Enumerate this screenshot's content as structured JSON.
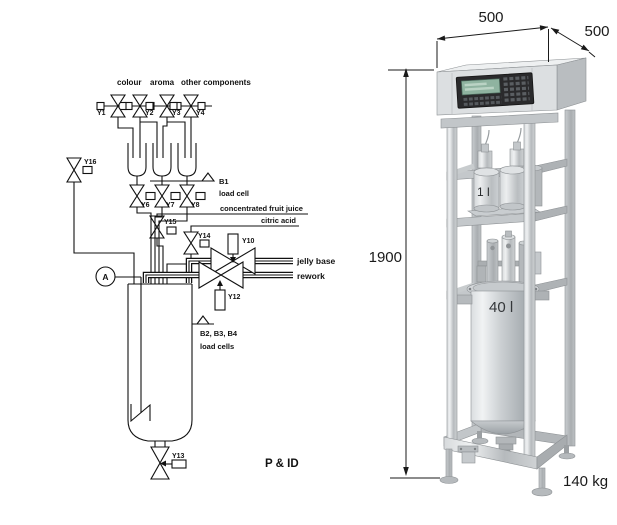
{
  "pid": {
    "title": "P & ID",
    "streams": {
      "colour": "colour",
      "aroma": "aroma",
      "other_components": "other components"
    },
    "feeds": {
      "concentrated_fruit_juice": "concentrated fruit juice",
      "citric_acid": "citric acid"
    },
    "outputs": {
      "jelly_base": "jelly base",
      "rework": "rework"
    },
    "valves": {
      "y1": "Y1",
      "y2": "Y2",
      "y3": "Y3",
      "y4": "Y4",
      "y6": "Y6",
      "y7": "Y7",
      "y8": "Y8",
      "y10": "Y10",
      "y12": "Y12",
      "y13": "Y13",
      "y14": "Y14",
      "y15": "Y15",
      "y16": "Y16"
    },
    "instruments": {
      "agitator": "A",
      "b1": "B1",
      "b1_caption": "load cell",
      "b2_b3_b4": "B2, B3, B4",
      "b2_caption": "load cells"
    }
  },
  "machine": {
    "dimensions": {
      "width": "500",
      "depth": "500",
      "height": "1900"
    },
    "weight": "140 kg",
    "vessels": {
      "small": "1 l",
      "main": "40 l"
    }
  },
  "colors": {
    "ink": "#111111",
    "dim_ink": "#1a1a1a",
    "metal_light": "#eef0f1",
    "metal_mid": "#c3c7ca",
    "metal_dark": "#9a9ea1",
    "panel": "#2a2a2c",
    "lcd": "#8fb3a0",
    "background": "#ffffff"
  }
}
